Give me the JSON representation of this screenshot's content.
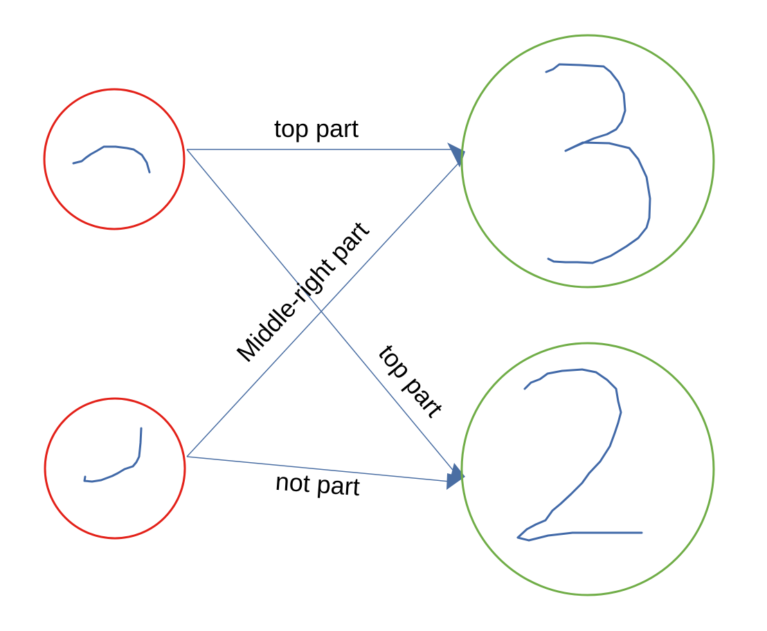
{
  "diagram": {
    "nodes": [
      {
        "id": "part-top",
        "role": "digit part",
        "color": "#e32119"
      },
      {
        "id": "part-middle-right",
        "role": "digit part",
        "color": "#e32119"
      },
      {
        "id": "digit-3",
        "role": "digit",
        "color": "#70ad47"
      },
      {
        "id": "digit-2",
        "role": "digit",
        "color": "#70ad47"
      }
    ],
    "edges": [
      {
        "from": "part-top",
        "to": "digit-3",
        "label": "top part"
      },
      {
        "from": "part-top",
        "to": "digit-2",
        "label": "top part"
      },
      {
        "from": "part-middle-right",
        "to": "digit-3",
        "label": "Middle-right part"
      },
      {
        "from": "part-middle-right",
        "to": "digit-2",
        "label": "not part"
      }
    ],
    "colors": {
      "edge": "#4a6ea3",
      "handwriting": "#4169a8",
      "part_circle": "#e32119",
      "digit_circle": "#70ad47"
    }
  }
}
